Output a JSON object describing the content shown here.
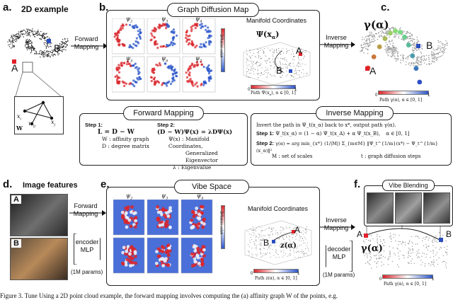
{
  "panels": {
    "a": {
      "letter": "a.",
      "title": "2D example",
      "anchor_a": "A",
      "anchor_b": "B",
      "graph_labels": {
        "xi": "x",
        "xj": "x",
        "wij": "w",
        "W": "W",
        "i": "i",
        "j": "j",
        "ij": "ij"
      }
    },
    "b": {
      "letter": "b.",
      "title": "Graph Diffusion Map",
      "psi_labels": [
        "ψ",
        "ψ",
        "ψ",
        "ψ",
        "ψ",
        "ψ",
        "ψ",
        "ψ"
      ],
      "psi_subs": [
        "2",
        "3",
        "4",
        "5",
        "6",
        "7"
      ],
      "colorbar_label": "Diffusion value",
      "manifold_title": "Manifold Coordinates",
      "psi_x_alpha": "Ψ(x",
      "alpha_sub": "α",
      "anchor_a": "A",
      "anchor_b": "B",
      "path_label": "Path Ψ(x",
      "path_tail": "), α ∈ [0, 1]",
      "cb_min": "0",
      "cb_max": "1"
    },
    "c": {
      "letter": "c.",
      "gamma": "γ(α)",
      "anchor_a": "A",
      "anchor_b": "B",
      "path_label": "Path γ(α), α ∈ [0, 1]",
      "cb_min": "0",
      "cb_max": "1"
    },
    "d": {
      "letter": "d.",
      "title": "Image features",
      "anchor_a": "A",
      "anchor_b": "B"
    },
    "e": {
      "letter": "e.",
      "title": "Vibe Space",
      "psi_labels": [
        "ψ",
        "ψ",
        "ψ"
      ],
      "psi_subs": [
        "2",
        "3",
        "4"
      ],
      "colorbar_label": "Diffusion value",
      "manifold_title": "Manifold Coordinates",
      "anchor_a": "A",
      "anchor_b": "B",
      "z_alpha": "z(α)",
      "path_label": "Path z(α), α ∈ [0, 1]",
      "cb_min": "0",
      "cb_max": "1"
    },
    "f": {
      "letter": "f.",
      "title": "Vibe Blending",
      "gamma": "γ(α)",
      "anchor_a": "A",
      "anchor_b": "B",
      "path_label": "Path γ(α), α ∈ [0, 1]",
      "cb_min": "0",
      "cb_max": "1"
    }
  },
  "arrows": {
    "forward": "Forward\nMapping",
    "inverse": "Inverse\nMapping"
  },
  "forward_box": {
    "title": "Forward Mapping",
    "step1": "Step 1:",
    "step1_eq": "L = D − W",
    "step1_w": "W : affinity graph",
    "step1_d": "D : degree matrix",
    "step2": "Step 2:",
    "step2_eq": "(D − W)Ψ(x) = λDΨ(x)",
    "step2_psi": "Ψ(x) : Manifold Coordinates,",
    "step2_psi2": "Generalized Eigenvector",
    "step2_lambda": "λ : Eigenvalue"
  },
  "inverse_box": {
    "title": "Inverse Mapping",
    "intro": "Invert the path in Ψ_t(x_α) back to x*, output path γ(α).",
    "step1": "Step 1:",
    "step1_eq": "Ψ_t(x_α) = (1 − α) Ψ_t(x_A) + α Ψ_t(x_B),",
    "step1_range": "α ∈ [0, 1]",
    "step2": "Step 2:",
    "step2_eq": "γ(α) = arg min_{x*} (1/|M|) Σ_{m∈M} ‖Ψ_t^{1/m}(x*) − Ψ_t^{1/m}(x_α)‖²",
    "scales": "M : set of scales",
    "steps": "t : graph diffusion steps"
  },
  "encoder": {
    "l1": "encoder",
    "l2": "MLP",
    "params": "(1M params)"
  },
  "decoder": {
    "l1": "decoder",
    "l2": "MLP",
    "params": "(1M params)"
  },
  "caption": "Figure 3. Tune Using a 2D point cloud example, the forward mapping involves computing the (a) affinity graph W of the points, e.g."
}
